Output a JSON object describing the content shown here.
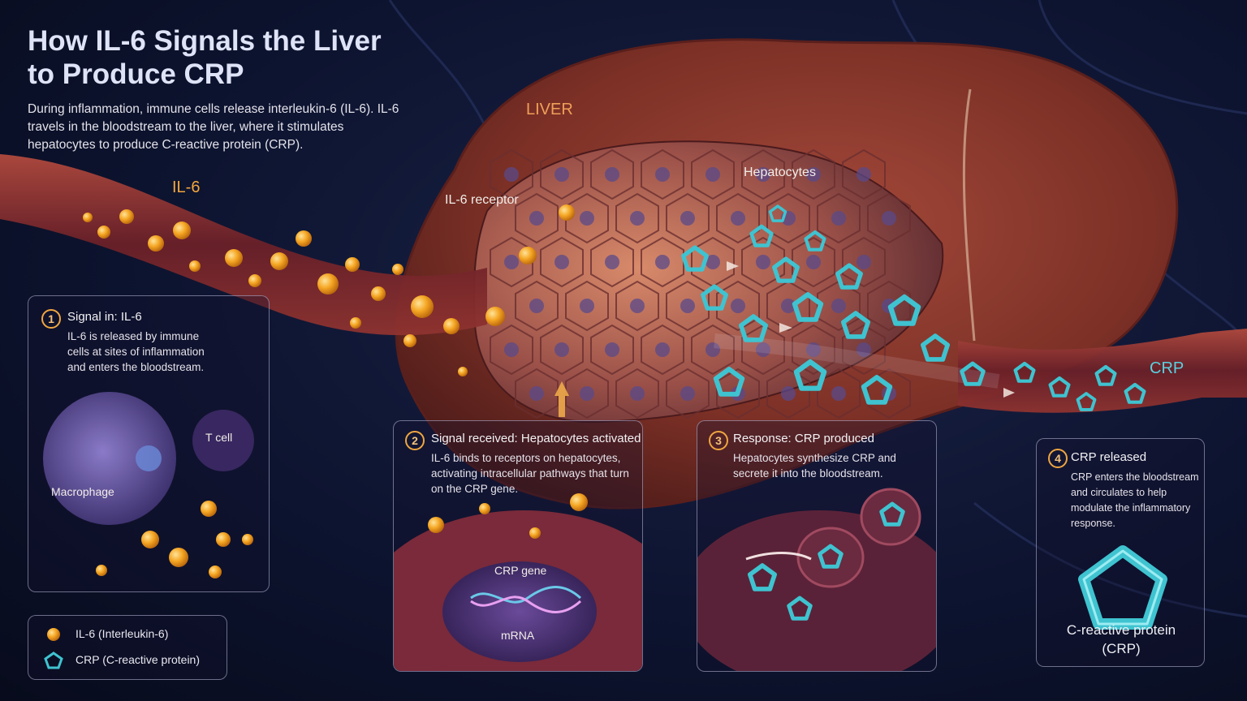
{
  "title": "How IL-6 Signals the Liver to Produce CRP",
  "intro": "During inflammation, immune cells release interleukin-6 (IL-6). IL-6 travels in the bloodstream to the liver, where it stimulates hepatocytes to produce C-reactive protein (CRP).",
  "labels": {
    "il6": "IL-6",
    "il6_receptor": "IL-6 receptor",
    "liver": "LIVER",
    "hepatocytes": "Hepatocytes",
    "crp": "CRP",
    "t_cell": "T cell",
    "macrophage": "Macrophage",
    "crp_gene": "CRP gene",
    "mrna": "mRNA",
    "crp_full": "C-reactive protein (CRP)"
  },
  "steps": [
    {
      "number": "1",
      "heading": "Signal in: IL-6",
      "body": "IL-6 is released by immune cells at sites of inflammation and enters the bloodstream."
    },
    {
      "number": "2",
      "heading": "Signal received: Hepatocytes activated",
      "body": "IL-6 binds to receptors on hepatocytes, activating intracellular pathways that turn on the CRP gene."
    },
    {
      "number": "3",
      "heading": "Response: CRP produced",
      "body": "Hepatocytes synthesize CRP and secrete it into the bloodstream."
    },
    {
      "number": "4",
      "heading": "CRP released",
      "body": "CRP enters the bloodstream and circulates to help modulate the inflammatory response."
    }
  ],
  "legend": [
    {
      "icon": "il6-molecule-icon",
      "label": "IL-6 (Interleukin-6)"
    },
    {
      "icon": "crp-pentamer-icon",
      "label": "CRP (C-reactive protein)"
    }
  ],
  "colors": {
    "il6": "#f5a623",
    "crp": "#3fc3d0",
    "liver": "#8e3a2c",
    "background": "#0d1430"
  }
}
